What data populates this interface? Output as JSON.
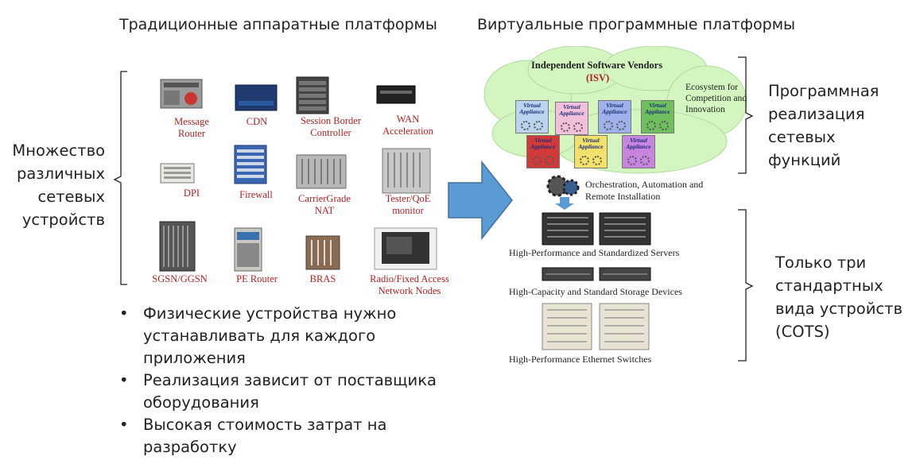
{
  "left_header": "Традиционные аппаратные платформы",
  "right_header": "Виртуальные программные платформы",
  "left_side_label": [
    "Множество",
    "различных",
    "сетевых",
    "устройств"
  ],
  "devices": [
    {
      "label": "Message Router",
      "icon": "router-icon"
    },
    {
      "label": "CDN",
      "icon": "server-box-icon"
    },
    {
      "label": "Session Border Controller",
      "icon": "rack-icon"
    },
    {
      "label": "WAN Acceleration",
      "icon": "appliance-icon"
    },
    {
      "label": "DPI",
      "icon": "appliance-icon"
    },
    {
      "label": "Firewall",
      "icon": "rack-icon"
    },
    {
      "label": "CarrierGrade NAT",
      "icon": "chassis-icon"
    },
    {
      "label": "Tester/QoE monitor",
      "icon": "chassis-icon"
    },
    {
      "label": "SGSN/GGSN",
      "icon": "rack-icon"
    },
    {
      "label": "PE Router",
      "icon": "rack-icon"
    },
    {
      "label": "BRAS",
      "icon": "rack-icon"
    },
    {
      "label": "Radio/Fixed Access Network Nodes",
      "icon": "server-box-icon"
    }
  ],
  "bullets": [
    "Физические устройства нужно устанавливать для каждого приложения",
    "Реализация зависит от поставщика оборудования",
    "Высокая стоимость затрат на разработку"
  ],
  "isv_title": "Independent Software Vendors",
  "isv_abbr": "(ISV)",
  "ecosystem_label": "Ecosystem for Competition and Innovation",
  "virtual_appliance_label": "Virtual Appliance",
  "virtual_appliances": [
    {
      "color": "#3b6fc4"
    },
    {
      "color": "#c23b8f"
    },
    {
      "color": "#3b4fc4"
    },
    {
      "color": "#3a9a3a"
    },
    {
      "color": "#c42b2b"
    },
    {
      "color": "#e0c21c"
    },
    {
      "color": "#9b3bb5"
    }
  ],
  "orchestration_label": "Orchestration, Automation and Remote Installation",
  "servers_label": "High-Performance and Standardized Servers",
  "storage_label": "High-Capacity and Standard Storage Devices",
  "switches_label": "High-Performance Ethernet Switches",
  "right_top_label": [
    "Программная",
    "реализация",
    "сетевых",
    "функций"
  ],
  "right_bottom_label": [
    "Только три",
    "стандартных",
    "вида устройств",
    "(COTS)"
  ],
  "bullet_glyph": "•",
  "colors": {
    "arrow": "#5b9bd5",
    "cloud": "#d4f5c0",
    "device_label": "#b22222",
    "isv": "#b22222"
  }
}
